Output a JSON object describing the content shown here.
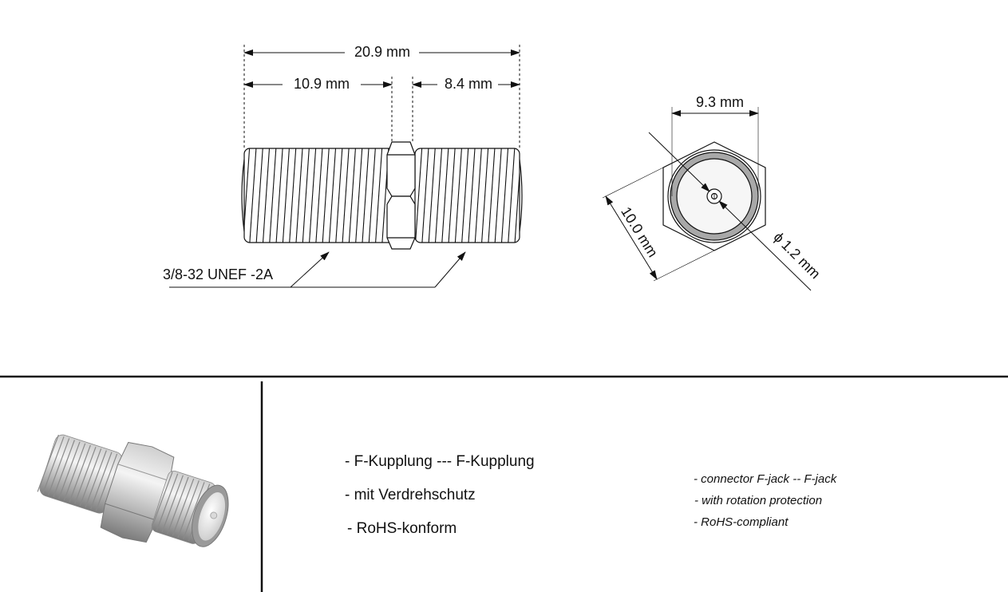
{
  "drawing": {
    "dim_total": "20.9 mm",
    "dim_left": "10.9 mm",
    "dim_right": "8.4 mm",
    "dim_face_width": "9.3 mm",
    "dim_hex_across": "10.0 mm",
    "dim_pin_diameter": "1.2 mm",
    "diameter_symbol": "ϕ",
    "thread_spec": "3/8-32 UNEF -2A"
  },
  "features_de": [
    "- F-Kupplung --- F-Kupplung",
    "- mit Verdrehschutz",
    "- RoHS-konform"
  ],
  "features_en": [
    "- connector F-jack -- F-jack",
    "- with rotation protection",
    "- RoHS-compliant"
  ],
  "colors": {
    "line": "#111111",
    "face_gray": "#a8a8a8",
    "metal_light": "#e6e6e6",
    "metal_dark": "#7e7e7e"
  }
}
